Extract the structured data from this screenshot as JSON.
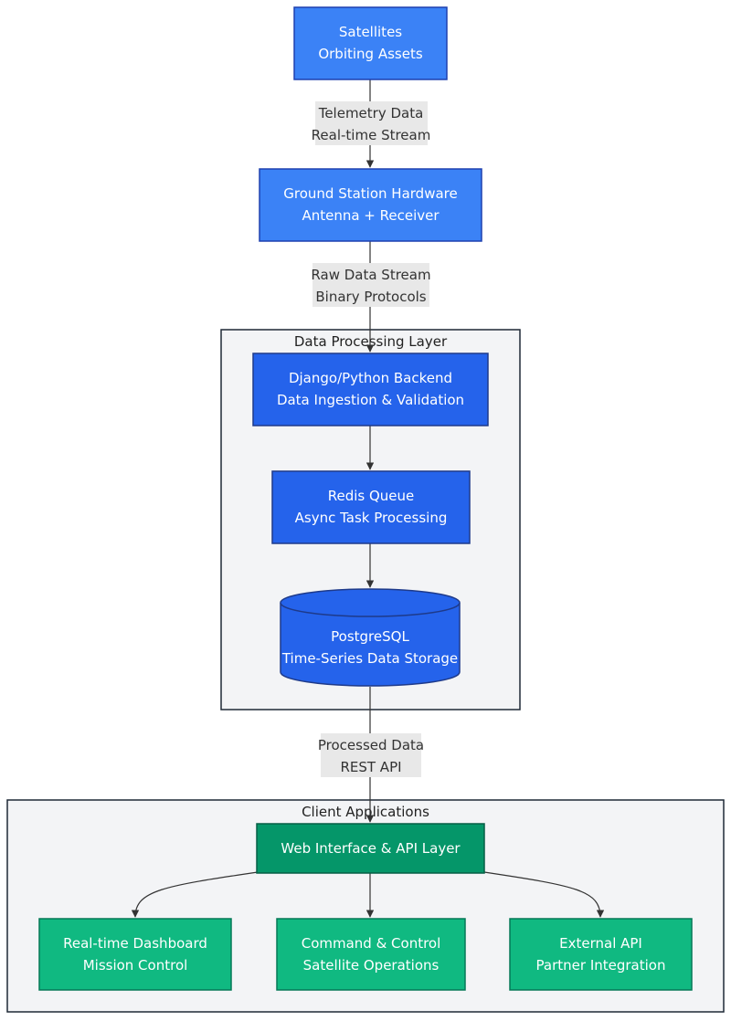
{
  "colors": {
    "satellite_fill": "#3b82f6",
    "processing_fill": "#2563eb",
    "client_main_fill": "#059669",
    "client_sub_fill": "#10b981",
    "cluster_fill": "#f3f4f6",
    "cluster_border": "#1f2937",
    "edge": "#333333",
    "label_bg": "#e8e8e8"
  },
  "nodes": {
    "satellites": {
      "line1": "Satellites",
      "line2": "Orbiting Assets"
    },
    "ground_station": {
      "line1": "Ground Station Hardware",
      "line2": "Antenna + Receiver"
    },
    "backend": {
      "line1": "Django/Python Backend",
      "line2": "Data Ingestion & Validation"
    },
    "redis": {
      "line1": "Redis Queue",
      "line2": "Async Task Processing"
    },
    "postgres": {
      "line1": "PostgreSQL",
      "line2": "Time-Series Data Storage"
    },
    "web_interface": {
      "line1": "Web Interface & API Layer"
    },
    "dashboard": {
      "line1": "Real-time Dashboard",
      "line2": "Mission Control"
    },
    "command": {
      "line1": "Command & Control",
      "line2": "Satellite Operations"
    },
    "external_api": {
      "line1": "External API",
      "line2": "Partner Integration"
    }
  },
  "edges": {
    "telemetry": {
      "line1": "Telemetry Data",
      "line2": "Real-time Stream"
    },
    "raw": {
      "line1": "Raw Data Stream",
      "line2": "Binary Protocols"
    },
    "processed": {
      "line1": "Processed Data",
      "line2": "REST API"
    }
  },
  "clusters": {
    "processing": {
      "title": "Data Processing Layer"
    },
    "clients": {
      "title": "Client Applications"
    }
  }
}
